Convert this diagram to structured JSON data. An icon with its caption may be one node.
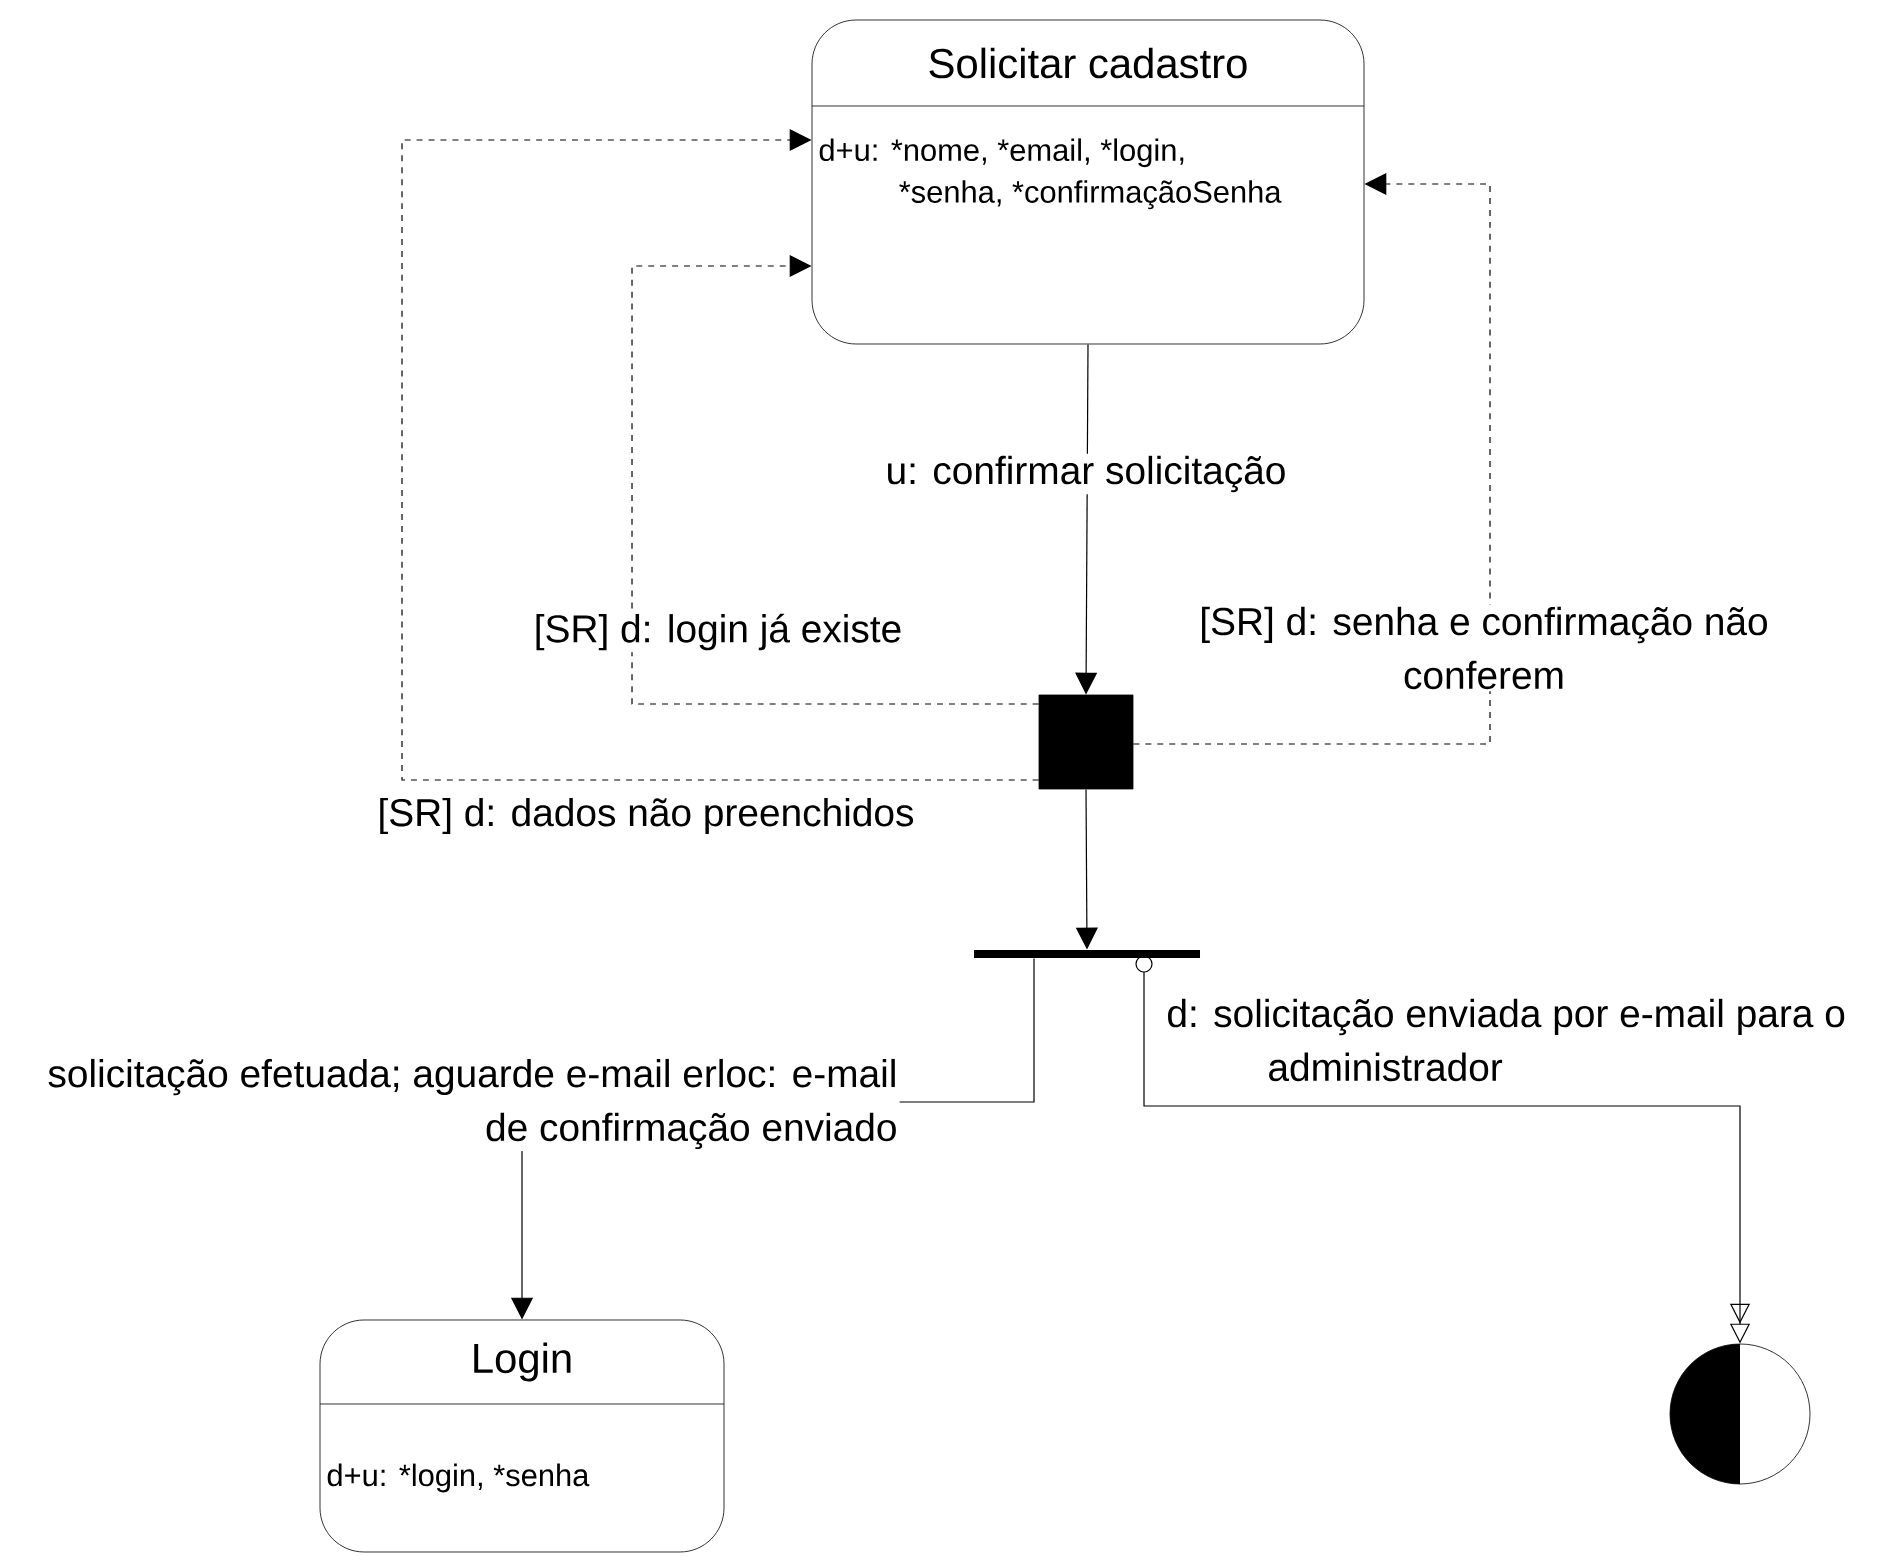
{
  "diagram": {
    "nodes": [
      {
        "text": [
          "Solicitar cadastro",
          "d+u: *nome, *email, *login, *senha, *confirmaçãoSenha"
        ]
      },
      {
        "text": [],
        "shape": "box"
      },
      {
        "text": [],
        "shape": "bar"
      },
      {
        "text": [
          "Login",
          "d+u: *login, *senha"
        ]
      },
      {
        "text": [],
        "shape": "circle"
      }
    ],
    "edges": [
      {
        "from": 0,
        "to": 1,
        "arrow": "to",
        "label": "u: confirmar solicitação"
      },
      {
        "from": 1,
        "to": 0,
        "arrow": "to",
        "style": "dashed",
        "label": "[SR] d: login já existe"
      },
      {
        "from": 1,
        "to": 0,
        "arrow": "to",
        "style": "dashed",
        "label": "[SR] d: dados não preenchidos"
      },
      {
        "from": 1,
        "to": 0,
        "arrow": "to",
        "style": "dashed",
        "label": "[SR] d: senha e confirmação não conferem"
      },
      {
        "from": 1,
        "to": 2,
        "arrow": "to"
      },
      {
        "from": 2,
        "to": 3,
        "arrow": "to",
        "label": "solicitação efetuada; aguarde e-mail erloc: e-mail de confirmação enviado"
      },
      {
        "from": 2,
        "to": 4,
        "arrow": "to",
        "label": "d: solicitação enviada por e-mail para o administrador"
      }
    ]
  }
}
